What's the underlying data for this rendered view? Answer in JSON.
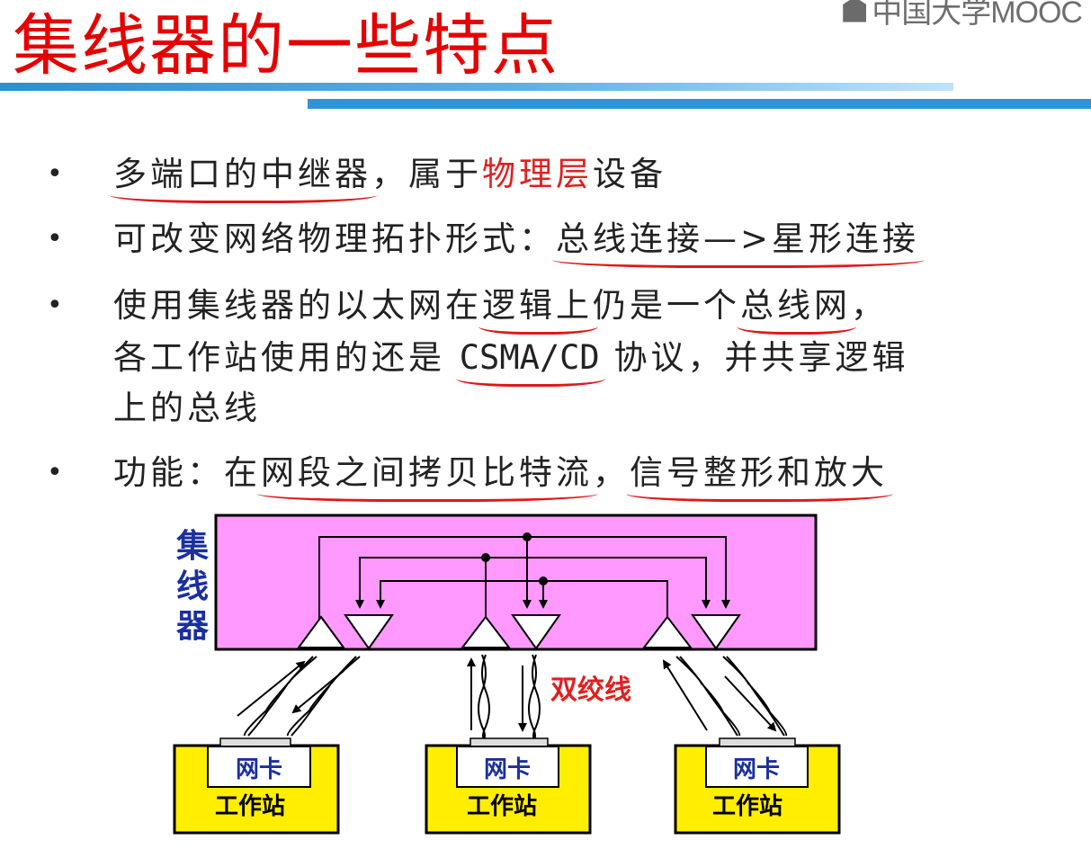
{
  "watermark": "中国大学MOOC",
  "title": "集线器的一些特点",
  "bullets": {
    "b1": {
      "p1": "多端口的中继器",
      "p2": "，属于",
      "p3": "物理层",
      "p4": "设备"
    },
    "b2": {
      "p1": "可改变网络物理拓扑形式：",
      "p2": "总线连接—>星形连接"
    },
    "b3": {
      "l1p1": "使用集线器的以太网在",
      "l1p2": "逻辑上",
      "l1p3": "仍是一个",
      "l1p4": "总线网",
      "l1p5": "，",
      "l2p1": "各工作站使用的还是 ",
      "l2p2": "CSMA/CD",
      "l2p3": " 协议，并共享逻辑",
      "l3": "上的总线"
    },
    "b4": {
      "p1": "功能：在",
      "p2": "网段之间拷贝比特流",
      "p3": "，",
      "p4": "信号整形和放大"
    }
  },
  "diagram": {
    "hub_label": [
      "集",
      "线",
      "器"
    ],
    "cable_label": "双绞线",
    "stations": [
      {
        "nic": "网卡",
        "name": "工作站"
      },
      {
        "nic": "网卡",
        "name": "工作站"
      },
      {
        "nic": "网卡",
        "name": "工作站"
      }
    ],
    "colors": {
      "hub": "#ff99ff",
      "station": "#ffee00",
      "hub_label": "#1a2fa0",
      "cable_label": "#e02020",
      "title": "#e60000"
    }
  }
}
